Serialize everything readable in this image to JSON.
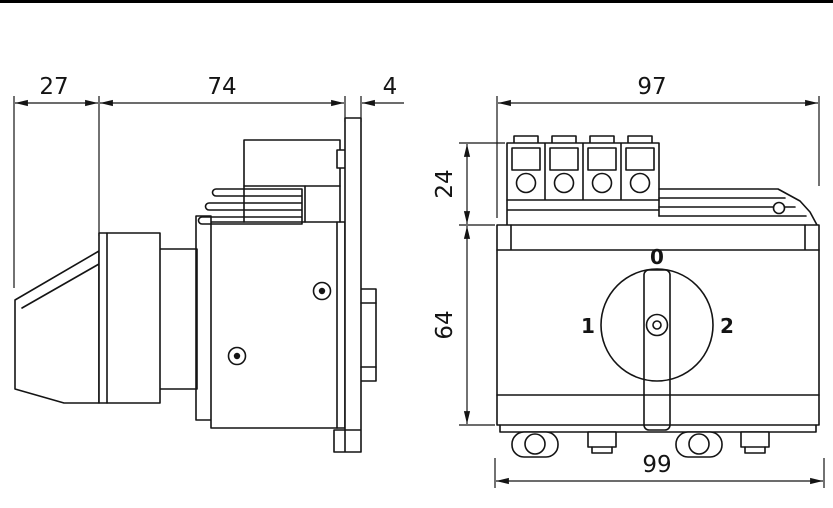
{
  "colors": {
    "line": "#141414",
    "knob_fill": "#d8d8d8"
  },
  "side_view": {
    "dims": {
      "handle_depth": "27",
      "body_depth": "74",
      "mounting_plate_thickness": "4"
    }
  },
  "front_view": {
    "dims": {
      "top_width": "97",
      "terminal_block_height": "24",
      "body_height": "64",
      "overall_width": "99"
    },
    "switch_positions": {
      "off": "0",
      "position_1": "1",
      "position_2": "2"
    }
  }
}
